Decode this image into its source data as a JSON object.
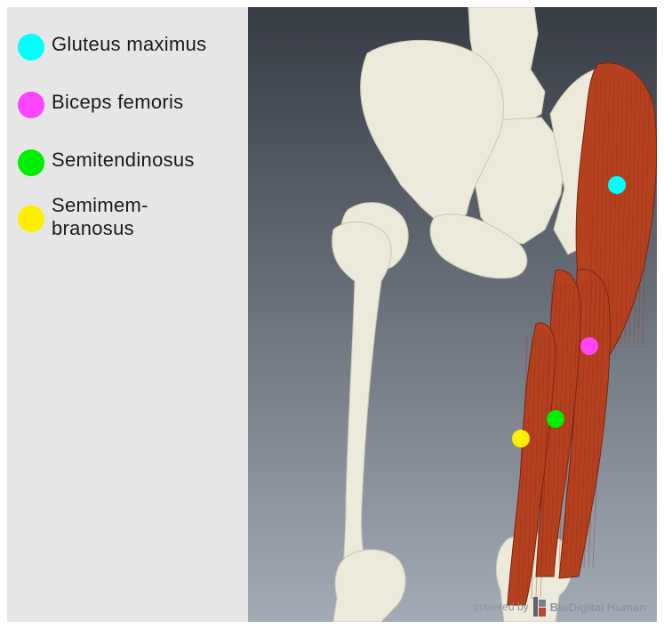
{
  "legend": [
    {
      "label": "Gluteus maximus",
      "color": "#00ffff"
    },
    {
      "label": "Biceps femoris",
      "color": "#ff44ff"
    },
    {
      "label": "Semitendinosus",
      "color": "#00ee00"
    },
    {
      "label": "Semimem-\nbranosus",
      "color": "#ffee00"
    }
  ],
  "watermark": {
    "prefix": "powered by",
    "brand": "BioDigital Human"
  },
  "colors": {
    "panel_bg": "#e6e6e6",
    "viewer_top": "#363b44",
    "viewer_bottom": "#a3abb6",
    "bone": "#ebeadb",
    "muscle": "#b4401f"
  }
}
